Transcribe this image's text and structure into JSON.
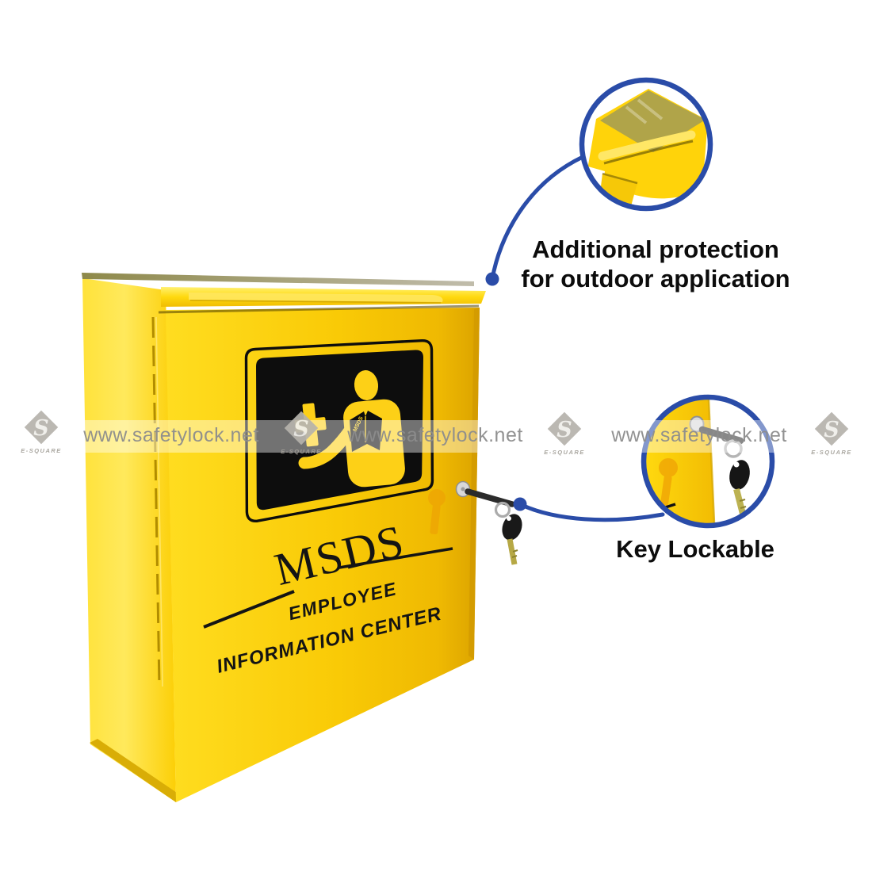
{
  "cabinet": {
    "title": "MSDS",
    "subtitle_line1": "EMPLOYEE",
    "subtitle_line2": "INFORMATION CENTER",
    "pictogram_book_label": "MSDS"
  },
  "callouts": {
    "outdoor": {
      "line1": "Additional protection",
      "line2": "for outdoor application"
    },
    "key": {
      "label": "Key Lockable"
    }
  },
  "watermark": {
    "url_text": "www.safetylock.net",
    "brand": "E-SQUARE"
  },
  "colors": {
    "accent_blue": "#2a4ca8",
    "cabinet_yellow": "#ffd60a",
    "text_black": "#111111",
    "watermark_grey": "#8d8d8d"
  }
}
